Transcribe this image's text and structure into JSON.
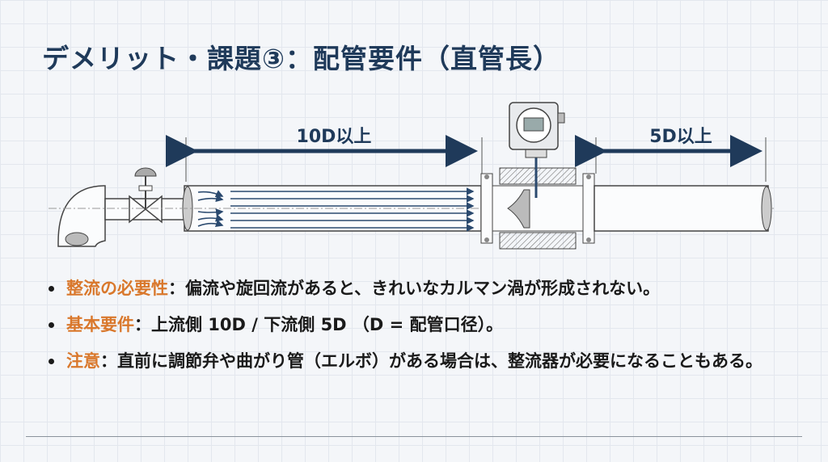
{
  "title": "デメリット・課題③：配管要件（直管長）",
  "diagram": {
    "upstream_label": "10D以上",
    "downstream_label": "5D以上"
  },
  "bullets": [
    {
      "key": "整流の必要性",
      "sep": "：",
      "text": "偏流や旋回流があると、きれいなカルマン渦が形成されない。"
    },
    {
      "key": "基本要件",
      "sep": "：",
      "text": "上流側 10D / 下流側 5D （D = 配管口径）。"
    },
    {
      "key": "注意",
      "sep": "：",
      "text": "直前に調節弁や曲がり管（エルボ）がある場合は、整流器が必要になることもある。"
    }
  ],
  "colors": {
    "title": "#1f3a5a",
    "accent": "#d9782c",
    "arrow": "#1f3a5a"
  }
}
